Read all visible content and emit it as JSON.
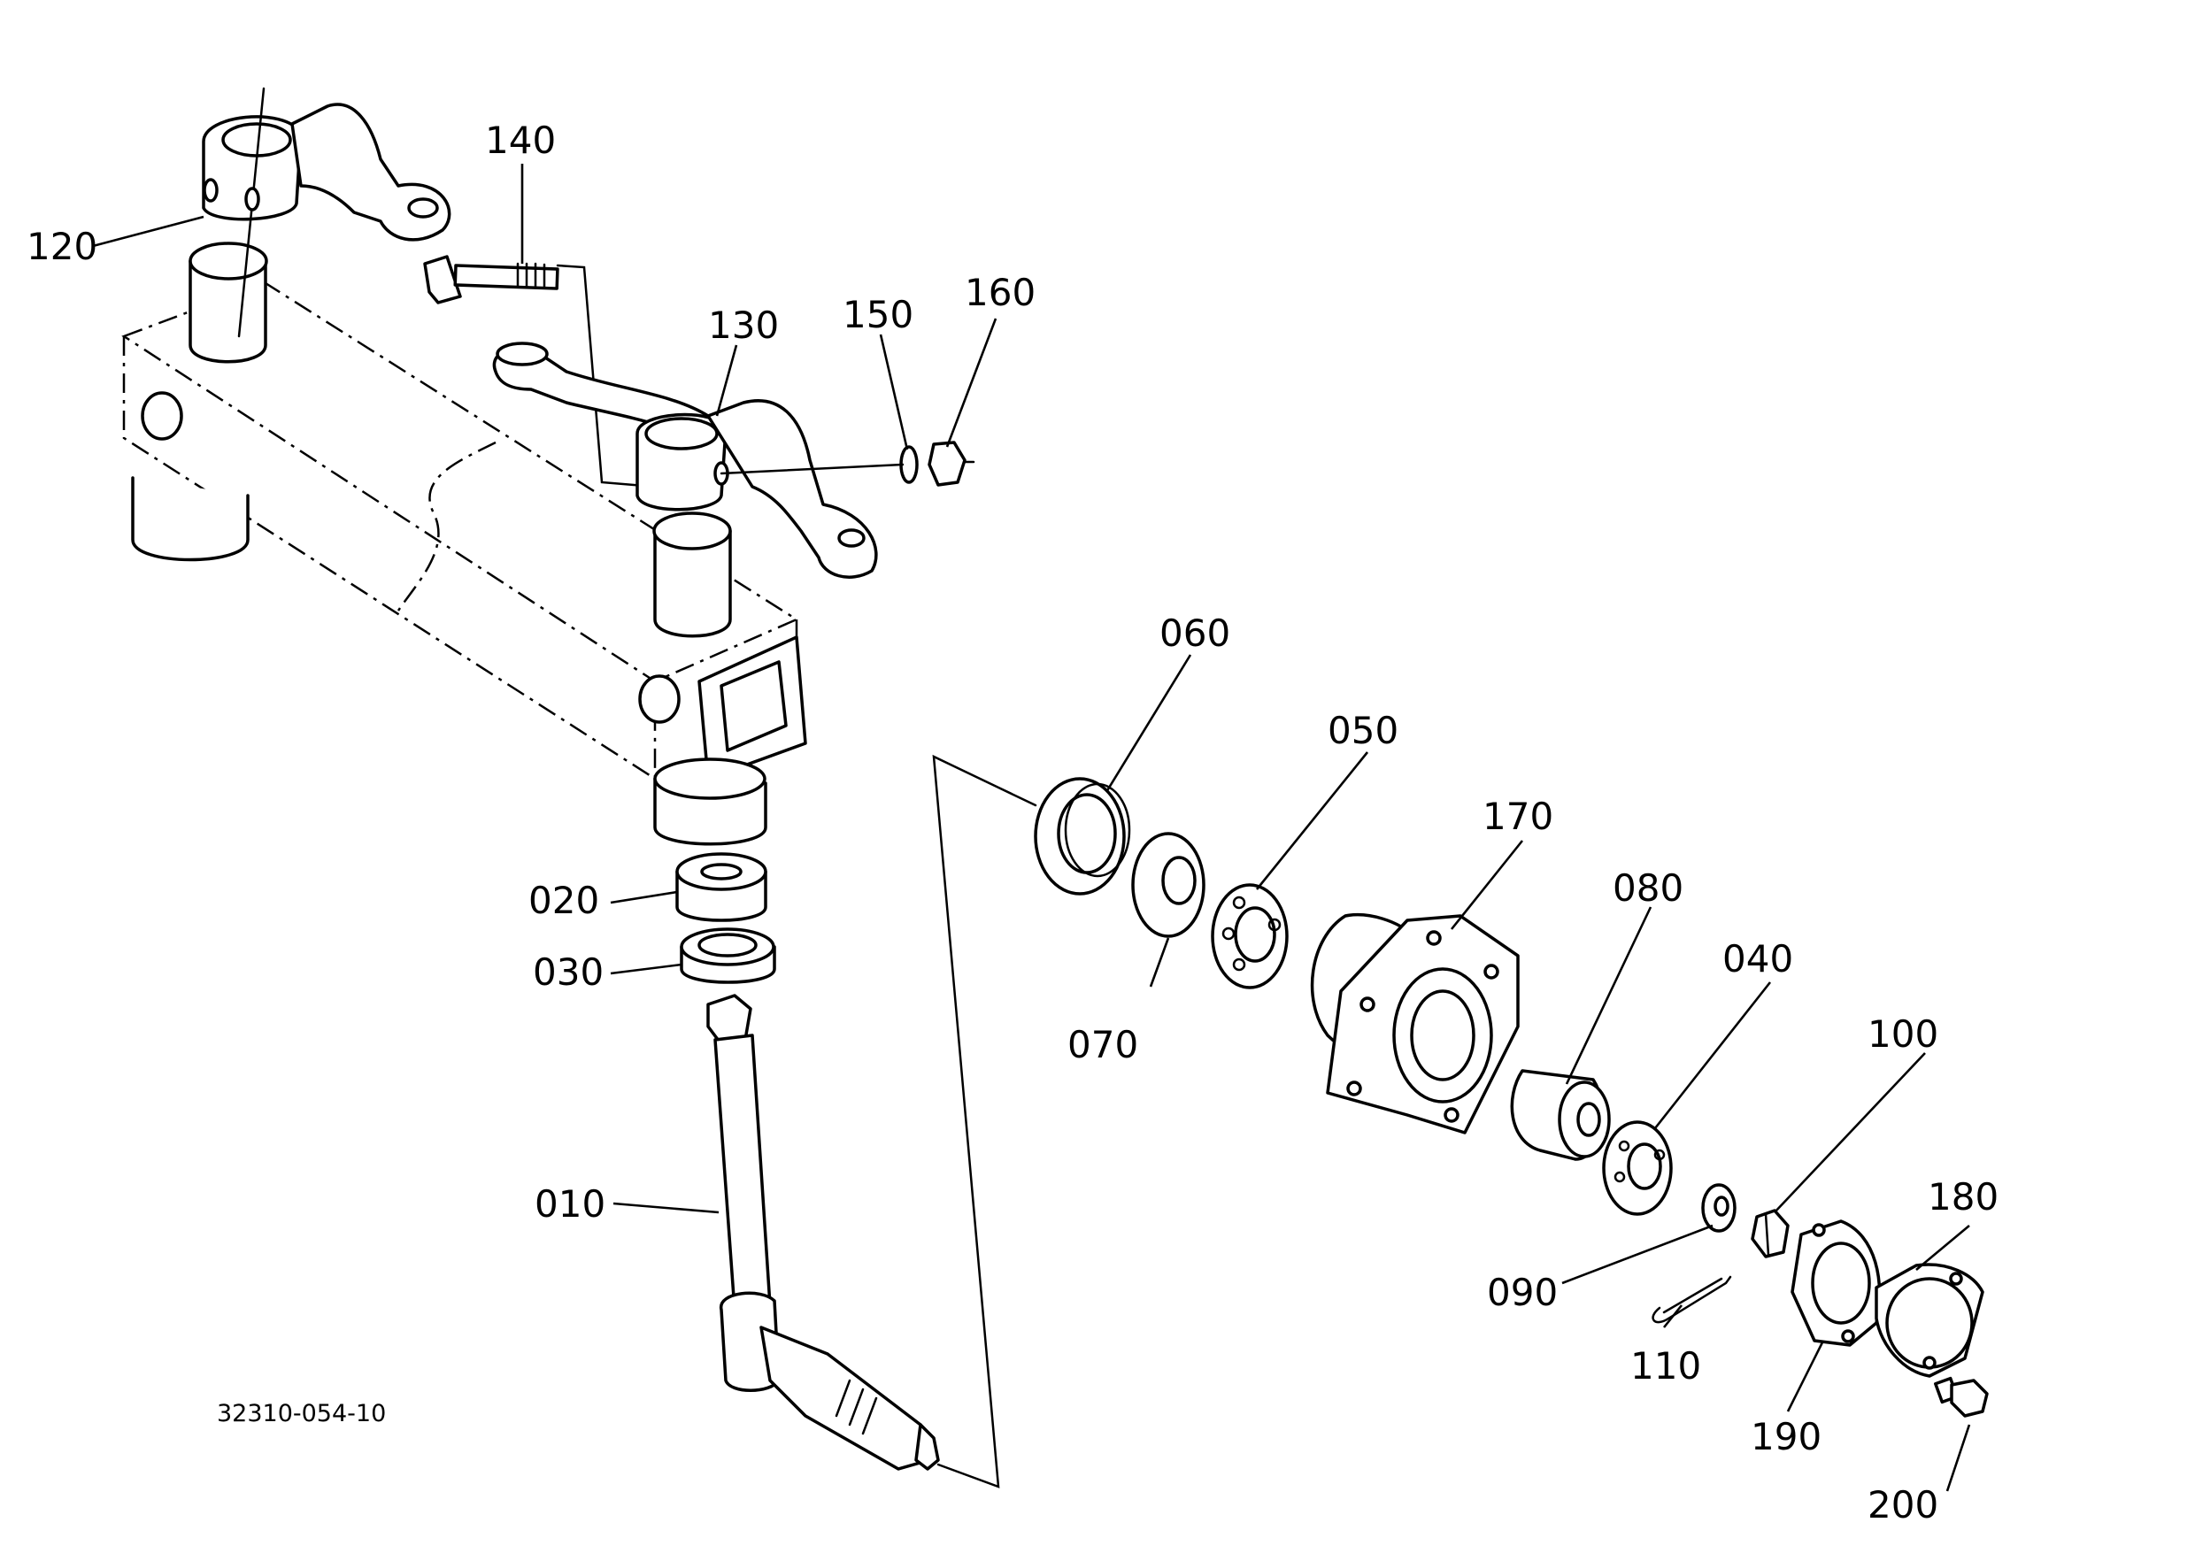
{
  "drawing": {
    "reference_number": "32310-054-10"
  },
  "callouts": [
    {
      "id": "010",
      "text": "010"
    },
    {
      "id": "020",
      "text": "020"
    },
    {
      "id": "030",
      "text": "030"
    },
    {
      "id": "040",
      "text": "040"
    },
    {
      "id": "050",
      "text": "050"
    },
    {
      "id": "060",
      "text": "060"
    },
    {
      "id": "070",
      "text": "070"
    },
    {
      "id": "080",
      "text": "080"
    },
    {
      "id": "090",
      "text": "090"
    },
    {
      "id": "100",
      "text": "100"
    },
    {
      "id": "110",
      "text": "110"
    },
    {
      "id": "120",
      "text": "120"
    },
    {
      "id": "130",
      "text": "130"
    },
    {
      "id": "140",
      "text": "140"
    },
    {
      "id": "150",
      "text": "150"
    },
    {
      "id": "160",
      "text": "160"
    },
    {
      "id": "170",
      "text": "170"
    },
    {
      "id": "180",
      "text": "180"
    },
    {
      "id": "190",
      "text": "190"
    },
    {
      "id": "200",
      "text": "200"
    }
  ]
}
